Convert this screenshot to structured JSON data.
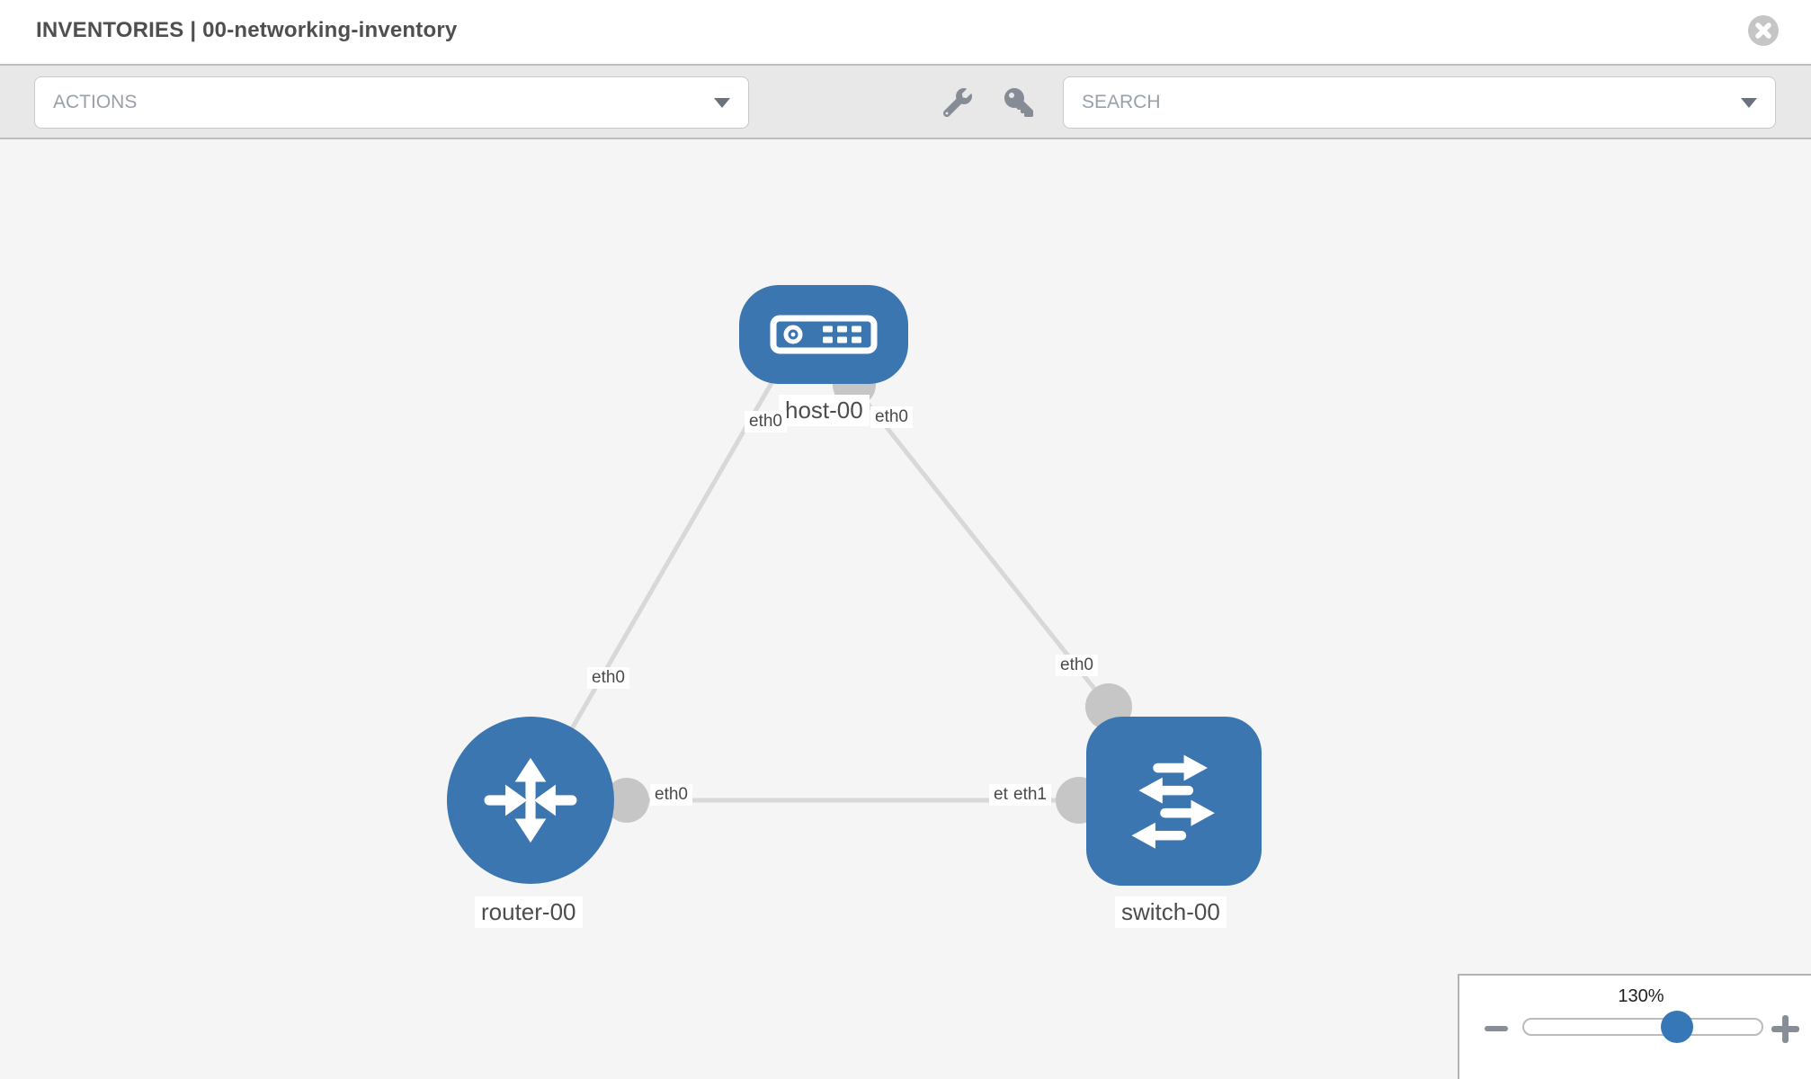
{
  "header": {
    "title": "INVENTORIES | 00-networking-inventory"
  },
  "toolbar": {
    "actions_label": "ACTIONS",
    "search_label": "SEARCH",
    "icons": [
      {
        "name": "wrench-icon"
      },
      {
        "name": "key-icon"
      }
    ]
  },
  "canvas": {
    "nodes": [
      {
        "id": "host-00",
        "type": "host",
        "label": "host-00"
      },
      {
        "id": "router-00",
        "type": "router",
        "label": "router-00"
      },
      {
        "id": "switch-00",
        "type": "switch",
        "label": "switch-00"
      }
    ],
    "links": [
      {
        "source": "router-00",
        "source_interface": "eth0",
        "target": "host-00",
        "target_interface": "eth0"
      },
      {
        "source": "switch-00",
        "source_interface": "eth0",
        "target": "host-00",
        "target_interface": "eth0"
      },
      {
        "source": "router-00",
        "source_interface": "eth0",
        "target": "switch-00",
        "target_interface": "eth1"
      }
    ],
    "interface_chips": [
      {
        "text": "eth0"
      },
      {
        "text": "eth0"
      },
      {
        "text": "eth0"
      },
      {
        "text": "eth0"
      },
      {
        "text": "eth0"
      },
      {
        "text": "eth0"
      },
      {
        "text": "eth1"
      }
    ]
  },
  "zoom_control": {
    "level": "130%"
  },
  "colors": {
    "node_blue": "#3b76b1",
    "toolbar_bg": "#e8e8e8",
    "canvas_bg": "#f5f5f5",
    "link_gray": "#d8d8d8",
    "port_gray": "#c6c6c6"
  }
}
